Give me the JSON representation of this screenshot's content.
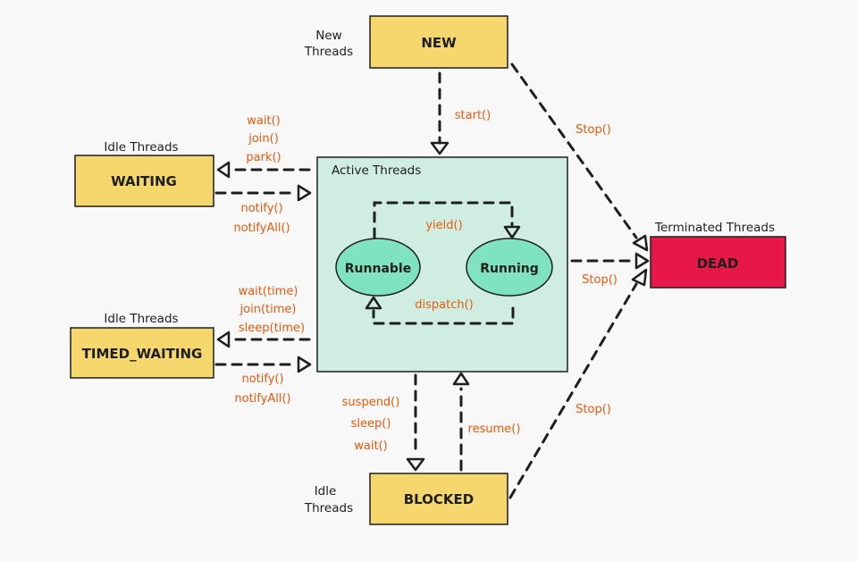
{
  "colors": {
    "background": "#f8f8f8",
    "state_box": "#f5d76e",
    "dead_box": "#e8174a",
    "active_area": "#cfeee1",
    "thread_node": "#7fe3c0",
    "method_text": "#e8590c",
    "stroke": "#1e1e1e"
  },
  "states": {
    "new": "NEW",
    "waiting": "WAITING",
    "timed_waiting": "TIMED_WAITING",
    "blocked": "BLOCKED",
    "dead": "DEAD"
  },
  "captions": {
    "new_line1": "New",
    "new_line2": "Threads",
    "waiting": "Idle Threads",
    "timed_waiting": "Idle Threads",
    "blocked_line1": "Idle",
    "blocked_line2": "Threads",
    "dead": "Terminated Threads",
    "active": "Active Threads"
  },
  "nodes": {
    "runnable": "Runnable",
    "running": "Running"
  },
  "methods": {
    "start": "start()",
    "stop_new": "Stop()",
    "stop_active": "Stop()",
    "stop_blocked": "Stop()",
    "wait": "wait()",
    "join": "join()",
    "park": "park()",
    "notify": "notify()",
    "notify_all": "notifyAll()",
    "wait_time": "wait(time)",
    "join_time": "join(time)",
    "sleep_time": "sleep(time)",
    "notify_timed": "notify()",
    "notify_all_timed": "notifyAll()",
    "yield": "yield()",
    "dispatch": "dispatch()",
    "suspend": "suspend()",
    "sleep": "sleep()",
    "wait_blocked": "wait()",
    "resume": "resume()"
  }
}
